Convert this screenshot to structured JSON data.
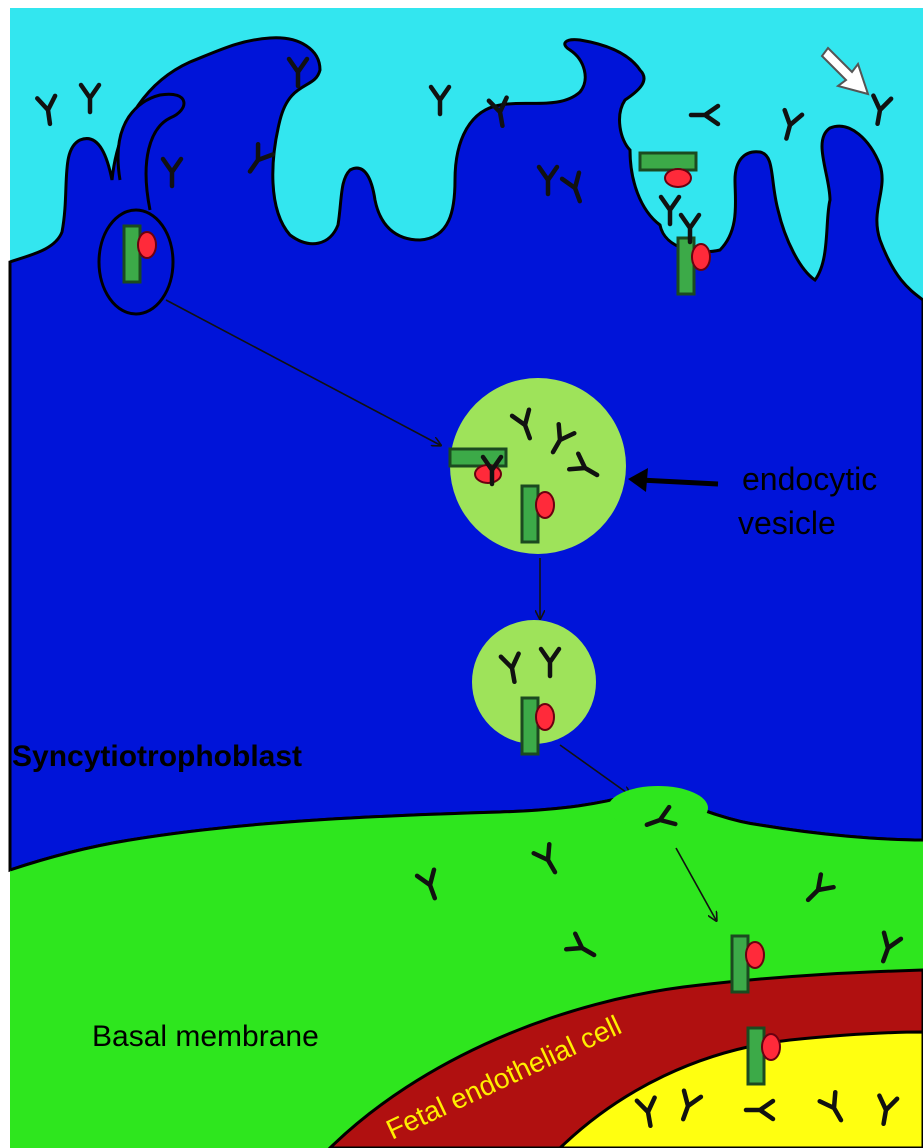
{
  "labels": {
    "endocytic_vesicle": [
      "endocytic",
      "vesicle"
    ],
    "syncytiotrophoblast": "Syncytiotrophoblast",
    "basal_membrane": "Basal membrane",
    "fetal_endothelial_cell": "Fetal endothelial cell"
  },
  "colors": {
    "maternal_blood": "#33e6ef",
    "syncytiotrophoblast": "#0014d9",
    "basal_membrane": "#2ee61e",
    "vesicle": "#9ee35a",
    "endothelial_cell": "#b01010",
    "fetal_blood": "#ffff10",
    "receptor": "#3caa48",
    "antigen": "#ff2a3a",
    "antibody": "#111111"
  },
  "icons": {
    "pointer": "white-arrow-icon",
    "antibody": "antibody-y-icon",
    "receptor": "fcrn-receptor-icon"
  }
}
